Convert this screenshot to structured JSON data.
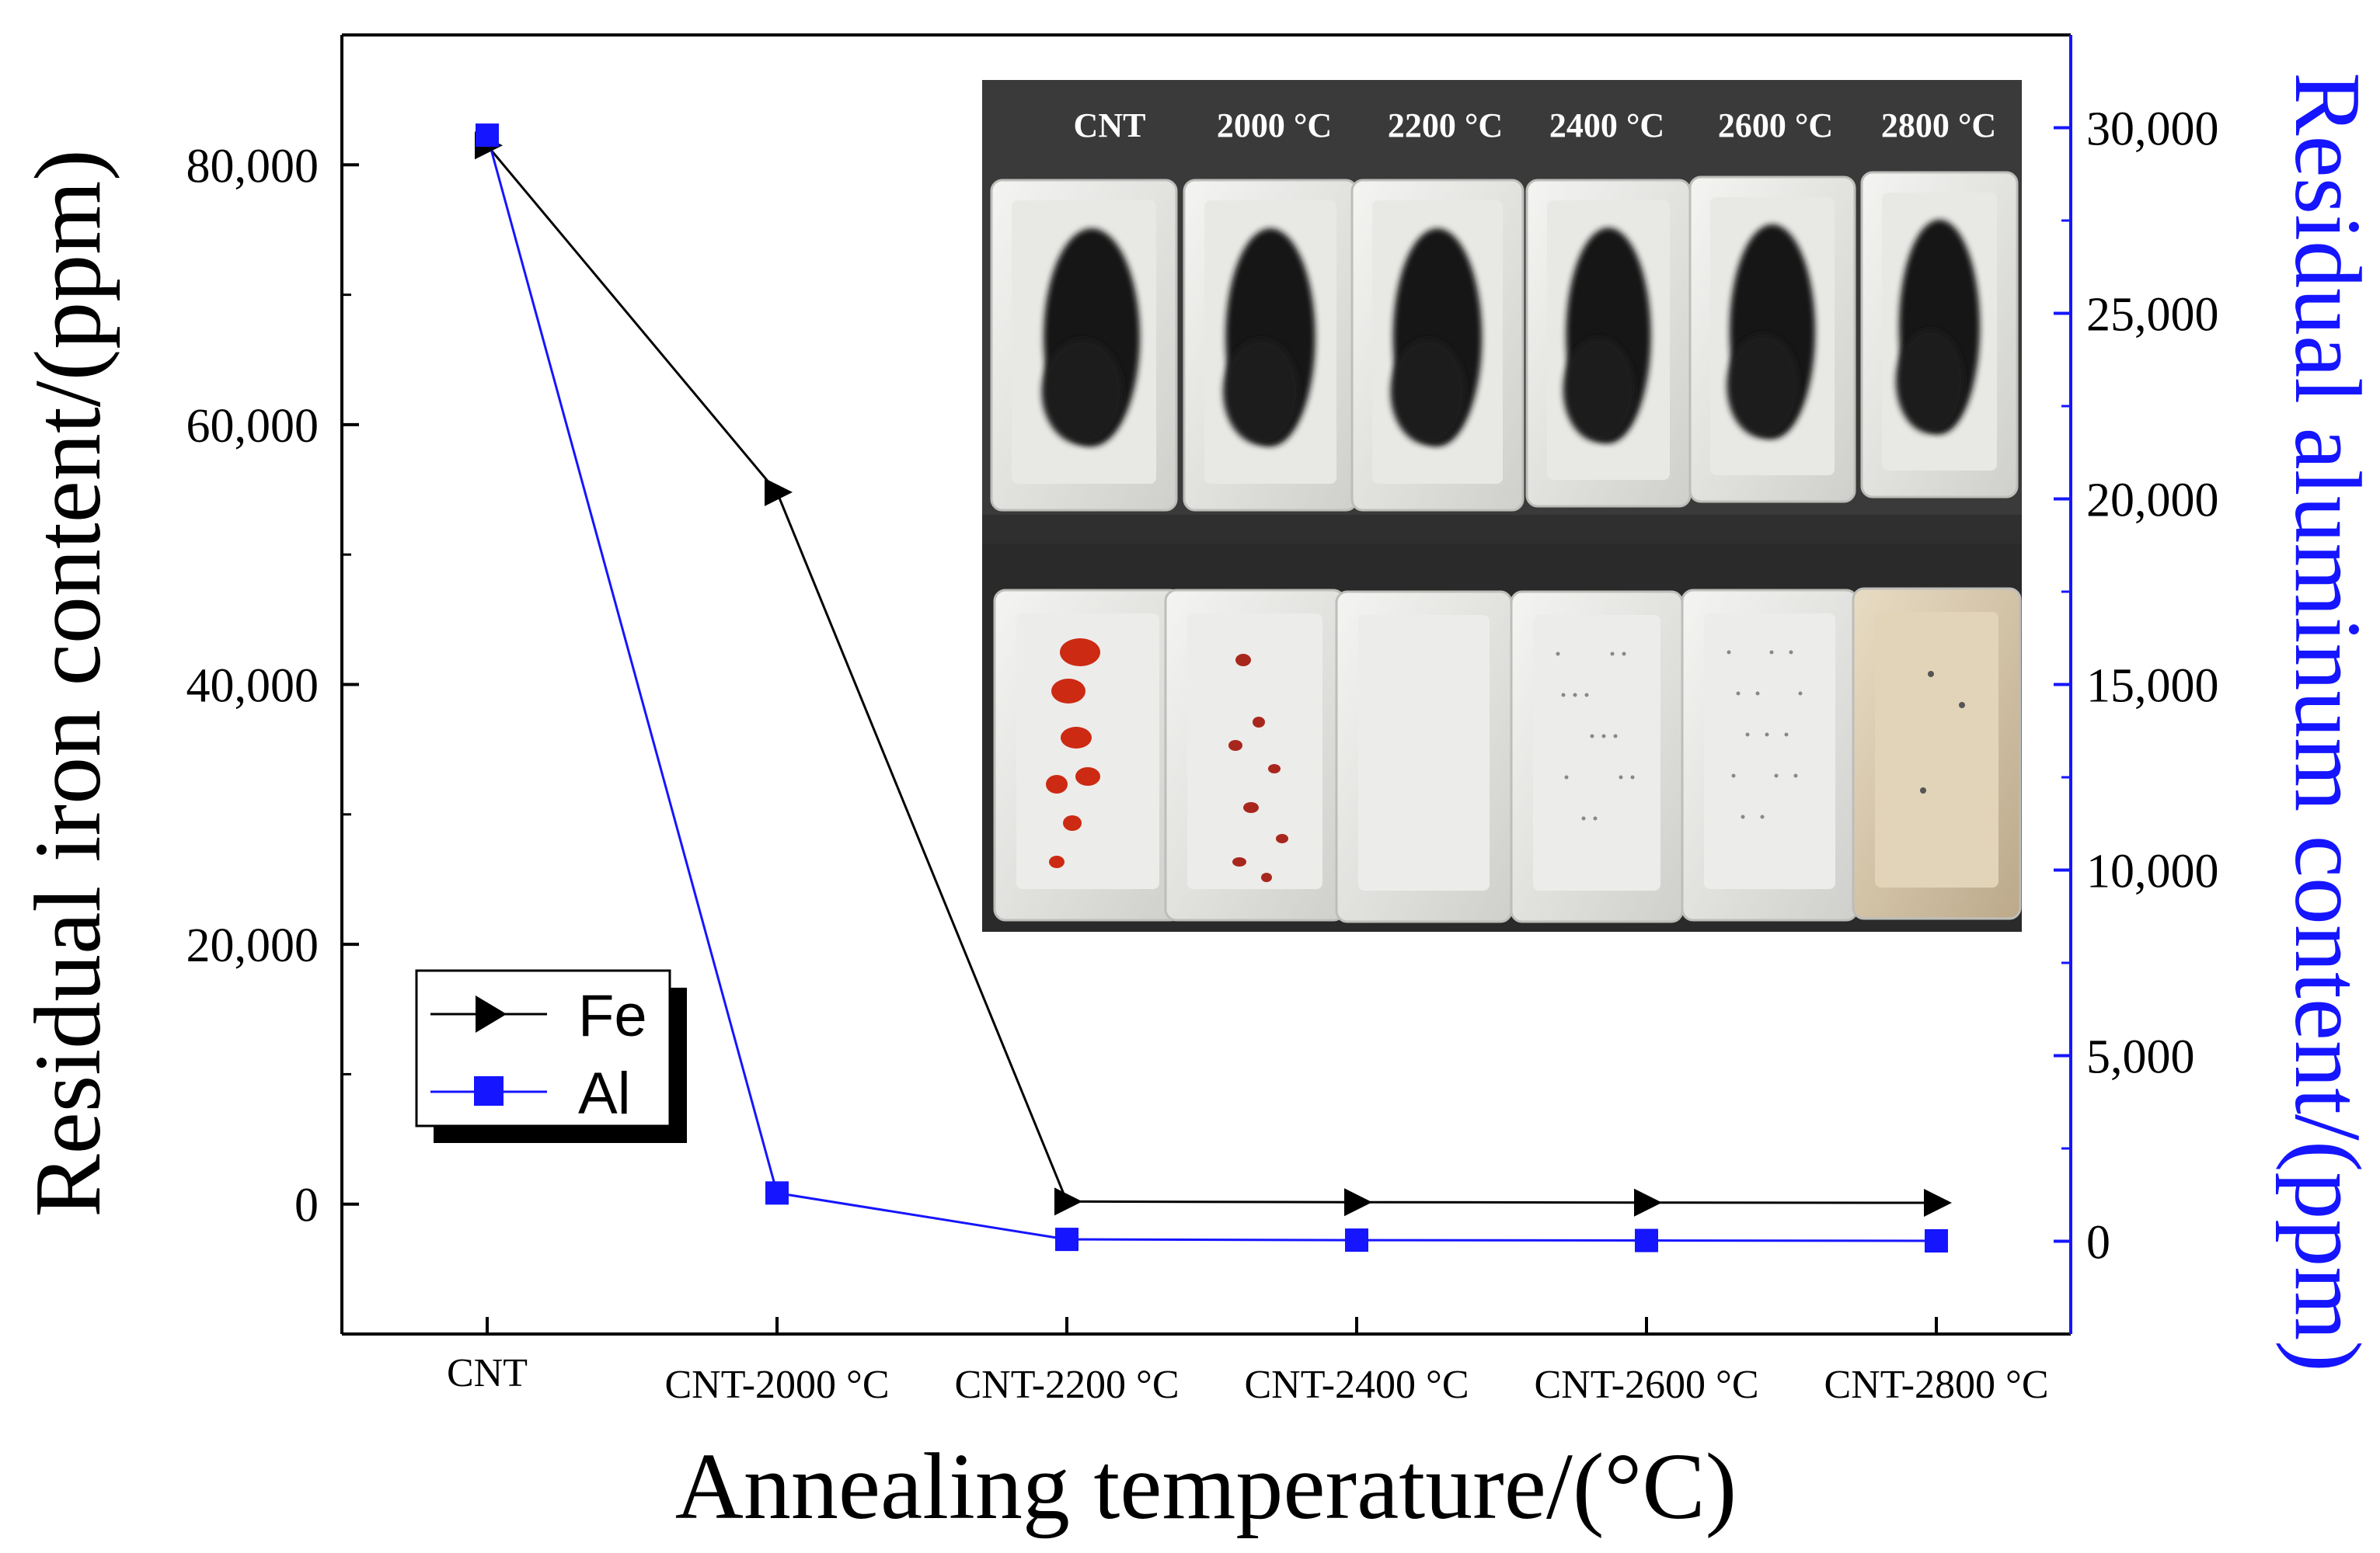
{
  "chart_data": {
    "type": "line",
    "xlabel": "Annealing temperature/(°C)",
    "categories": [
      "CNT",
      "CNT-2000 °C",
      "CNT-2200 °C",
      "CNT-2400 °C",
      "CNT-2600 °C",
      "CNT-2800 °C"
    ],
    "left_axis": {
      "label": "Residual iron content/(ppm)",
      "ylim": [
        -10000,
        90000
      ],
      "ticks": [
        0,
        20000,
        40000,
        60000,
        80000
      ],
      "tick_labels": [
        "0",
        "20,000",
        "40,000",
        "60,000",
        "80,000"
      ],
      "color": "#000000"
    },
    "right_axis": {
      "label": "Residual aluminum content/(ppm)",
      "ylim": [
        -2500,
        32500
      ],
      "ticks": [
        0,
        5000,
        10000,
        15000,
        20000,
        25000,
        30000
      ],
      "tick_labels": [
        "0",
        "5,000",
        "10,000",
        "15,000",
        "20,000",
        "25,000",
        "30,000"
      ],
      "color": "#1515ff"
    },
    "series": [
      {
        "name": "Fe",
        "axis": "left",
        "marker": "triangle-right",
        "color": "#000000",
        "values": [
          81500,
          54800,
          200,
          150,
          120,
          100
        ]
      },
      {
        "name": "Al",
        "axis": "right",
        "marker": "square",
        "color": "#1515ff",
        "values": [
          29800,
          1300,
          50,
          30,
          20,
          10
        ]
      }
    ],
    "legend": {
      "placement": "bottom-left",
      "entries": [
        "Fe",
        "Al"
      ]
    },
    "grid": false
  },
  "inset_photo": {
    "description_labels": [
      "CNT",
      "2000 °C",
      "2200 °C",
      "2400 °C",
      "2600 °C",
      "2800 °C"
    ]
  }
}
